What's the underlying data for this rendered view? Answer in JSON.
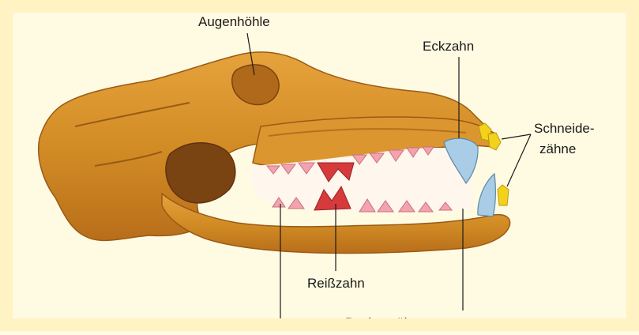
{
  "labels": {
    "augenhoehle": "Augenhöhle",
    "eckzahn": "Eckzahn",
    "schneide_line1": "Schneide-",
    "schneide_line2": "zähne",
    "reisszahn": "Reißzahn",
    "backenzaehne": "Backenzähne"
  },
  "colors": {
    "bone": "#d8902a",
    "bone_dark": "#a8641c",
    "bone_shadow": "#7a4412",
    "gum": "#f2a3ad",
    "carnassial": "#d63a3a",
    "canine": "#a9cde6",
    "incisor": "#f3d21c",
    "background": "#fffbe2"
  }
}
